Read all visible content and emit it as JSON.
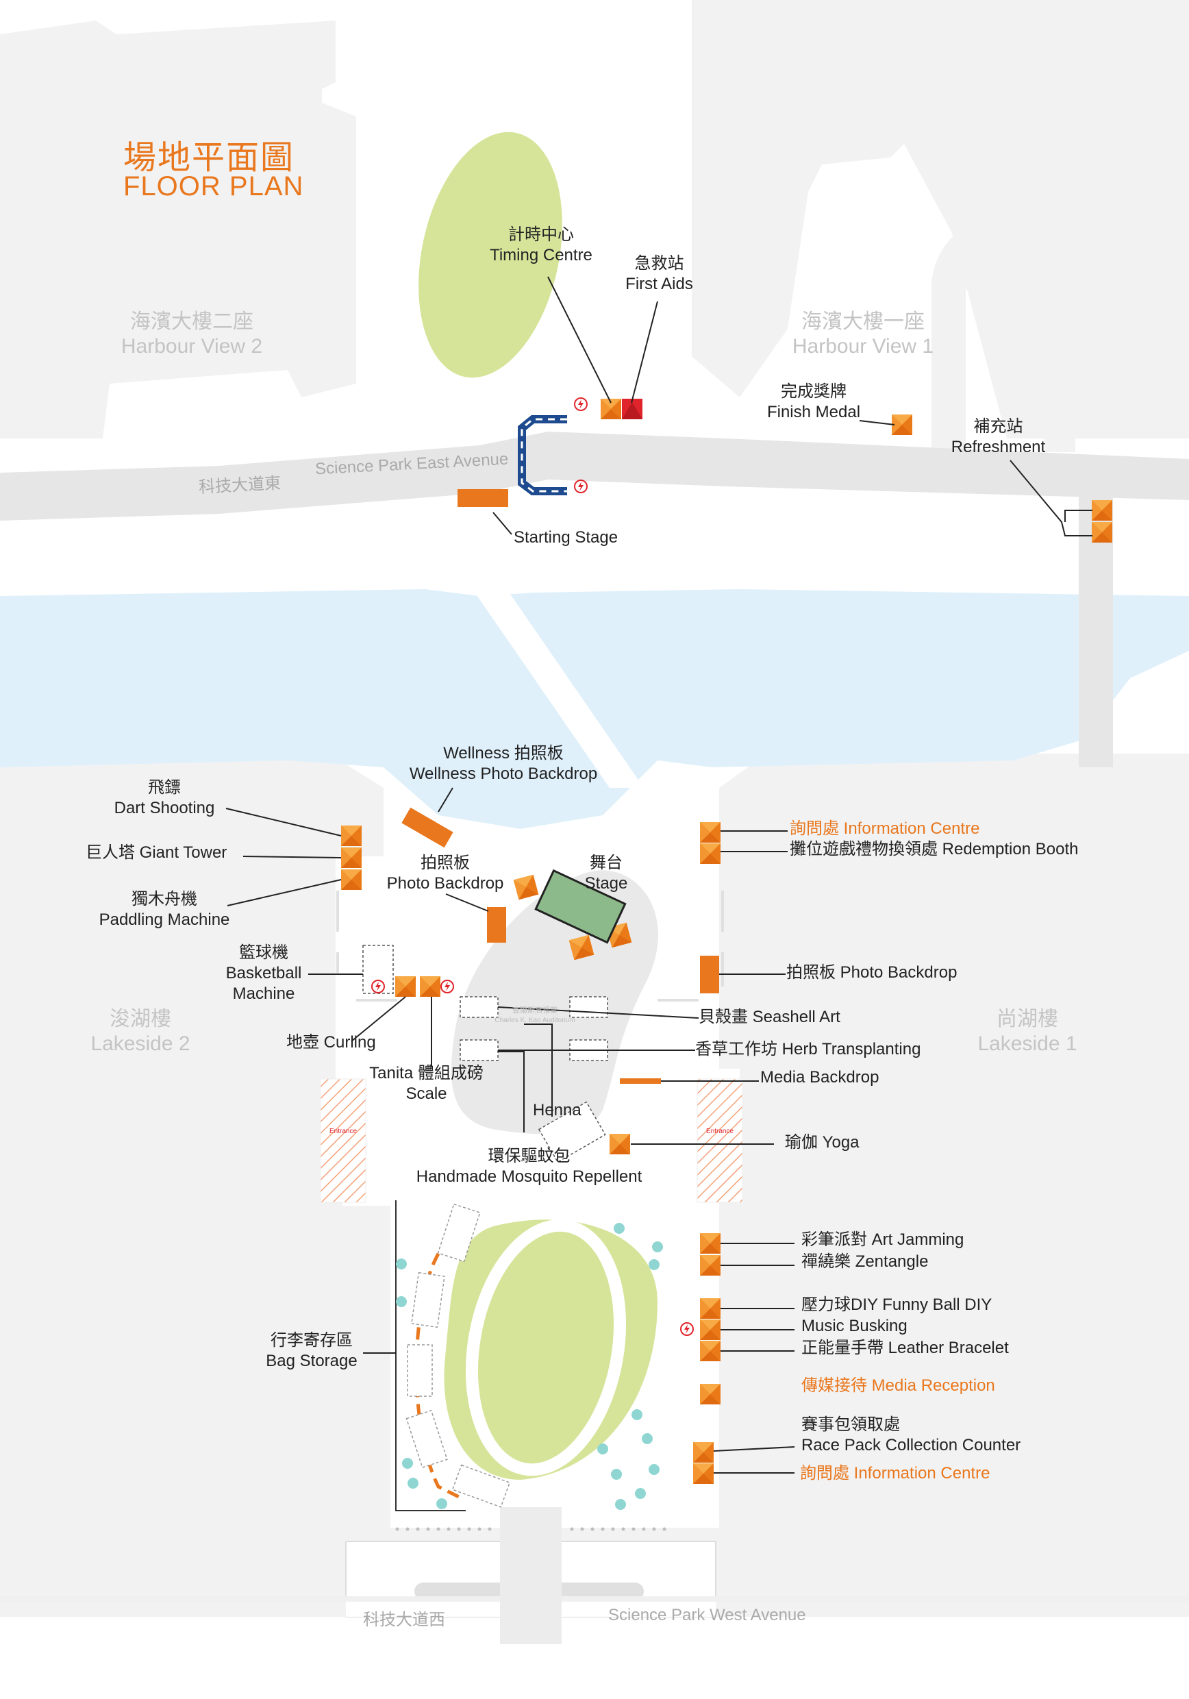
{
  "title": {
    "zh": "場地平面圖",
    "en": "FLOOR PLAN"
  },
  "buildings": {
    "harbour_view_2": {
      "zh": "海濱大樓二座",
      "en": "Harbour View 2"
    },
    "harbour_view_1": {
      "zh": "海濱大樓一座",
      "en": "Harbour View 1"
    },
    "lakeside_2": {
      "zh": "浚湖樓",
      "en": "Lakeside 2"
    },
    "lakeside_1": {
      "zh": "尚湖樓",
      "en": "Lakeside 1"
    }
  },
  "roads": {
    "east_zh": "科技大道東",
    "east_en": "Science Park East Avenue",
    "west_zh": "科技大道西",
    "west_en": "Science Park West Avenue"
  },
  "labels": {
    "timing_centre": {
      "zh": "計時中心",
      "en": "Timing Centre"
    },
    "first_aids": {
      "zh": "急救站",
      "en": "First Aids"
    },
    "finish_medal": {
      "zh": "完成獎牌",
      "en": "Finish Medal"
    },
    "refreshment": {
      "zh": "補充站",
      "en": "Refreshment"
    },
    "starting_stage": "Starting Stage",
    "wellness_backdrop": {
      "zh": "Wellness 拍照板",
      "en": "Wellness Photo Backdrop"
    },
    "dart_shooting": {
      "zh": "飛鏢",
      "en": "Dart Shooting"
    },
    "giant_tower": "巨人塔 Giant Tower",
    "paddling_machine": {
      "zh": "獨木舟機",
      "en": "Paddling Machine"
    },
    "photo_backdrop_center": {
      "zh": "拍照板",
      "en": "Photo Backdrop"
    },
    "stage": {
      "zh": "舞台",
      "en": "Stage"
    },
    "basketball_machine": {
      "zh": "籃球機",
      "en1": "Basketball",
      "en2": "Machine"
    },
    "curling": "地壺 Curling",
    "tanita_scale": {
      "zh": "Tanita 體組成磅",
      "en": "Scale"
    },
    "henna": "Henna",
    "mosquito_repellent": {
      "zh": "環保驅蚊包",
      "en": "Handmade Mosquito Repellent"
    },
    "info_centre_top": "詢問處 Information Centre",
    "redemption_booth": "攤位遊戲禮物換領處 Redemption Booth",
    "photo_backdrop_right": "拍照板 Photo Backdrop",
    "seashell_art": "貝殼畫 Seashell Art",
    "herb_transplanting": "香草工作坊 Herb Transplanting",
    "media_backdrop": "Media Backdrop",
    "yoga": "瑜伽 Yoga",
    "art_jamming": "彩筆派對 Art Jamming",
    "zentangle": "禪繞樂 Zentangle",
    "funny_ball": "壓力球DIY Funny Ball DIY",
    "music_busking": "Music Busking",
    "leather_bracelet": "正能量手帶 Leather Bracelet",
    "media_reception": "傳媒接待 Media Reception",
    "race_pack": {
      "zh": "賽事包領取處",
      "en": "Race Pack Collection Counter"
    },
    "info_centre_bottom": "詢問處 Information Centre",
    "bag_storage": {
      "zh": "行李寄存區",
      "en": "Bag Storage"
    },
    "auditorium": {
      "zh": "查爾斯高禮堂",
      "en": "Charles K. Kao Auditorium"
    },
    "entrance": "Entrance"
  },
  "colors": {
    "orange": "#e9771d",
    "red": "#e0242b",
    "green_area": "#d6e49a",
    "stage_green": "#8dba8b",
    "water": "#dff0fb",
    "building": "#f2f2f2",
    "road": "#e6e6e6",
    "plaza_grey": "#e9e9e9",
    "teal_dot": "#8fd6d2"
  }
}
